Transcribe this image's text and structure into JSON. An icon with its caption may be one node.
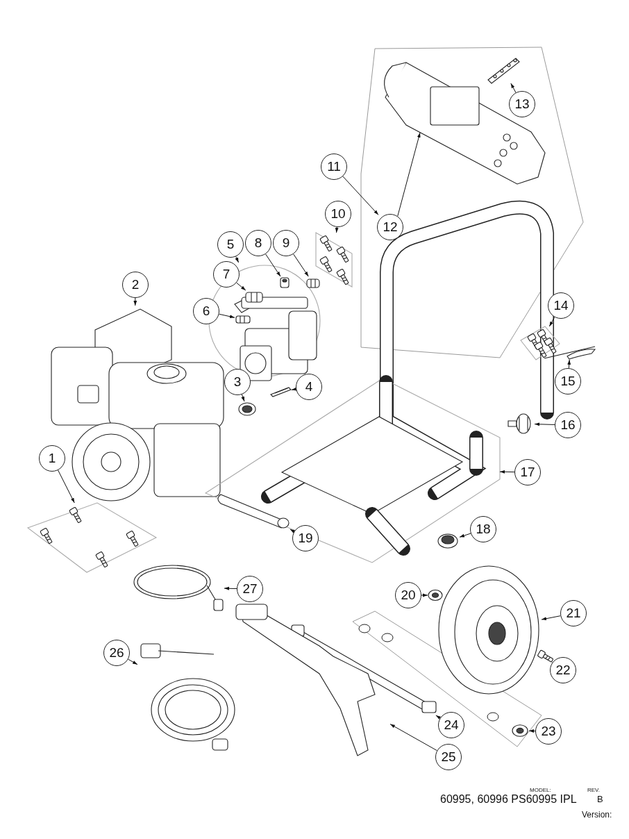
{
  "diagram": {
    "nodes": [
      {
        "text": [
          "1"
        ]
      },
      {
        "text": [
          "2"
        ]
      },
      {
        "text": [
          "3"
        ]
      },
      {
        "text": [
          "4"
        ]
      },
      {
        "text": [
          "5"
        ]
      },
      {
        "text": [
          "6"
        ]
      },
      {
        "text": [
          "7"
        ]
      },
      {
        "text": [
          "8"
        ]
      },
      {
        "text": [
          "9"
        ]
      },
      {
        "text": [
          "10"
        ]
      },
      {
        "text": [
          "11"
        ]
      },
      {
        "text": [
          "12"
        ]
      },
      {
        "text": [
          "13"
        ]
      },
      {
        "text": [
          "14"
        ]
      },
      {
        "text": [
          "15"
        ]
      },
      {
        "text": [
          "16"
        ]
      },
      {
        "text": [
          "17"
        ]
      },
      {
        "text": [
          "18"
        ]
      },
      {
        "text": [
          "19"
        ]
      },
      {
        "text": [
          "20"
        ]
      },
      {
        "text": [
          "21"
        ]
      },
      {
        "text": [
          "22"
        ]
      },
      {
        "text": [
          "23"
        ]
      },
      {
        "text": [
          "24"
        ]
      },
      {
        "text": [
          "25"
        ]
      },
      {
        "text": [
          "26"
        ]
      },
      {
        "text": [
          "27"
        ]
      },
      {
        "text": [],
        "shape": "picture"
      },
      {
        "text": [],
        "shape": "picture"
      },
      {
        "text": [],
        "shape": "picture"
      },
      {
        "text": [],
        "shape": "picture"
      },
      {
        "text": [],
        "shape": "picture"
      },
      {
        "text": [],
        "shape": "picture",
        "in": 31
      },
      {
        "text": [],
        "shape": "picture",
        "in": 31
      },
      {
        "text": [],
        "shape": "picture",
        "in": 31
      },
      {
        "text": [],
        "shape": "picture",
        "in": 31
      },
      {
        "text": [],
        "shape": "picture"
      },
      {
        "text": [],
        "shape": "picture"
      },
      {
        "text": [],
        "shape": "picture"
      },
      {
        "text": [],
        "shape": "picture"
      },
      {
        "text": [],
        "shape": "picture"
      },
      {
        "text": [],
        "shape": "picture"
      },
      {
        "text": [],
        "shape": "picture"
      },
      {
        "text": [],
        "shape": "picture"
      },
      {
        "text": [],
        "shape": "picture",
        "in": 43
      },
      {
        "text": [],
        "shape": "picture",
        "in": 43
      },
      {
        "text": [],
        "shape": "picture"
      },
      {
        "text": [],
        "shape": "picture"
      },
      {
        "text": [],
        "shape": "picture"
      },
      {
        "text": [],
        "shape": "picture"
      },
      {
        "text": [],
        "shape": "picture"
      },
      {
        "text": [],
        "shape": "picture"
      },
      {
        "text": [],
        "shape": "picture"
      },
      {
        "text": [],
        "shape": "picture"
      }
    ],
    "edges": [
      {
        "from": 0,
        "to": 27,
        "arrow": "to"
      },
      {
        "from": 1,
        "to": 28,
        "arrow": "to"
      },
      {
        "from": 2,
        "to": 29,
        "arrow": "to"
      },
      {
        "from": 3,
        "to": 30,
        "arrow": "to"
      },
      {
        "from": 4,
        "to": 31,
        "arrow": "to"
      },
      {
        "from": 5,
        "to": 32,
        "arrow": "to"
      },
      {
        "from": 6,
        "to": 33,
        "arrow": "to"
      },
      {
        "from": 7,
        "to": 34,
        "arrow": "to"
      },
      {
        "from": 8,
        "to": 35,
        "arrow": "to"
      },
      {
        "from": 9,
        "to": 36,
        "arrow": "to"
      },
      {
        "from": 10,
        "to": 37,
        "arrow": "to"
      },
      {
        "from": 11,
        "to": 38,
        "arrow": "to"
      },
      {
        "from": 12,
        "to": 39,
        "arrow": "to"
      },
      {
        "from": 13,
        "to": 40,
        "arrow": "to"
      },
      {
        "from": 14,
        "to": 41,
        "arrow": "to"
      },
      {
        "from": 15,
        "to": 42,
        "arrow": "to"
      },
      {
        "from": 16,
        "to": 43,
        "arrow": "to"
      },
      {
        "from": 17,
        "to": 44,
        "arrow": "to"
      },
      {
        "from": 18,
        "to": 45,
        "arrow": "to"
      },
      {
        "from": 19,
        "to": 46,
        "arrow": "to"
      },
      {
        "from": 20,
        "to": 47,
        "arrow": "to"
      },
      {
        "from": 21,
        "to": 48,
        "arrow": "to"
      },
      {
        "from": 22,
        "to": 49,
        "arrow": "to"
      },
      {
        "from": 23,
        "to": 50,
        "arrow": "to"
      },
      {
        "from": 24,
        "to": 51,
        "arrow": "to"
      },
      {
        "from": 25,
        "to": 52,
        "arrow": "to"
      },
      {
        "from": 26,
        "to": 53,
        "arrow": "to"
      }
    ],
    "labels": [
      "MODEL:",
      "REV.",
      "60995, 60996 PS60995 IPL",
      "B",
      "Version:"
    ]
  }
}
